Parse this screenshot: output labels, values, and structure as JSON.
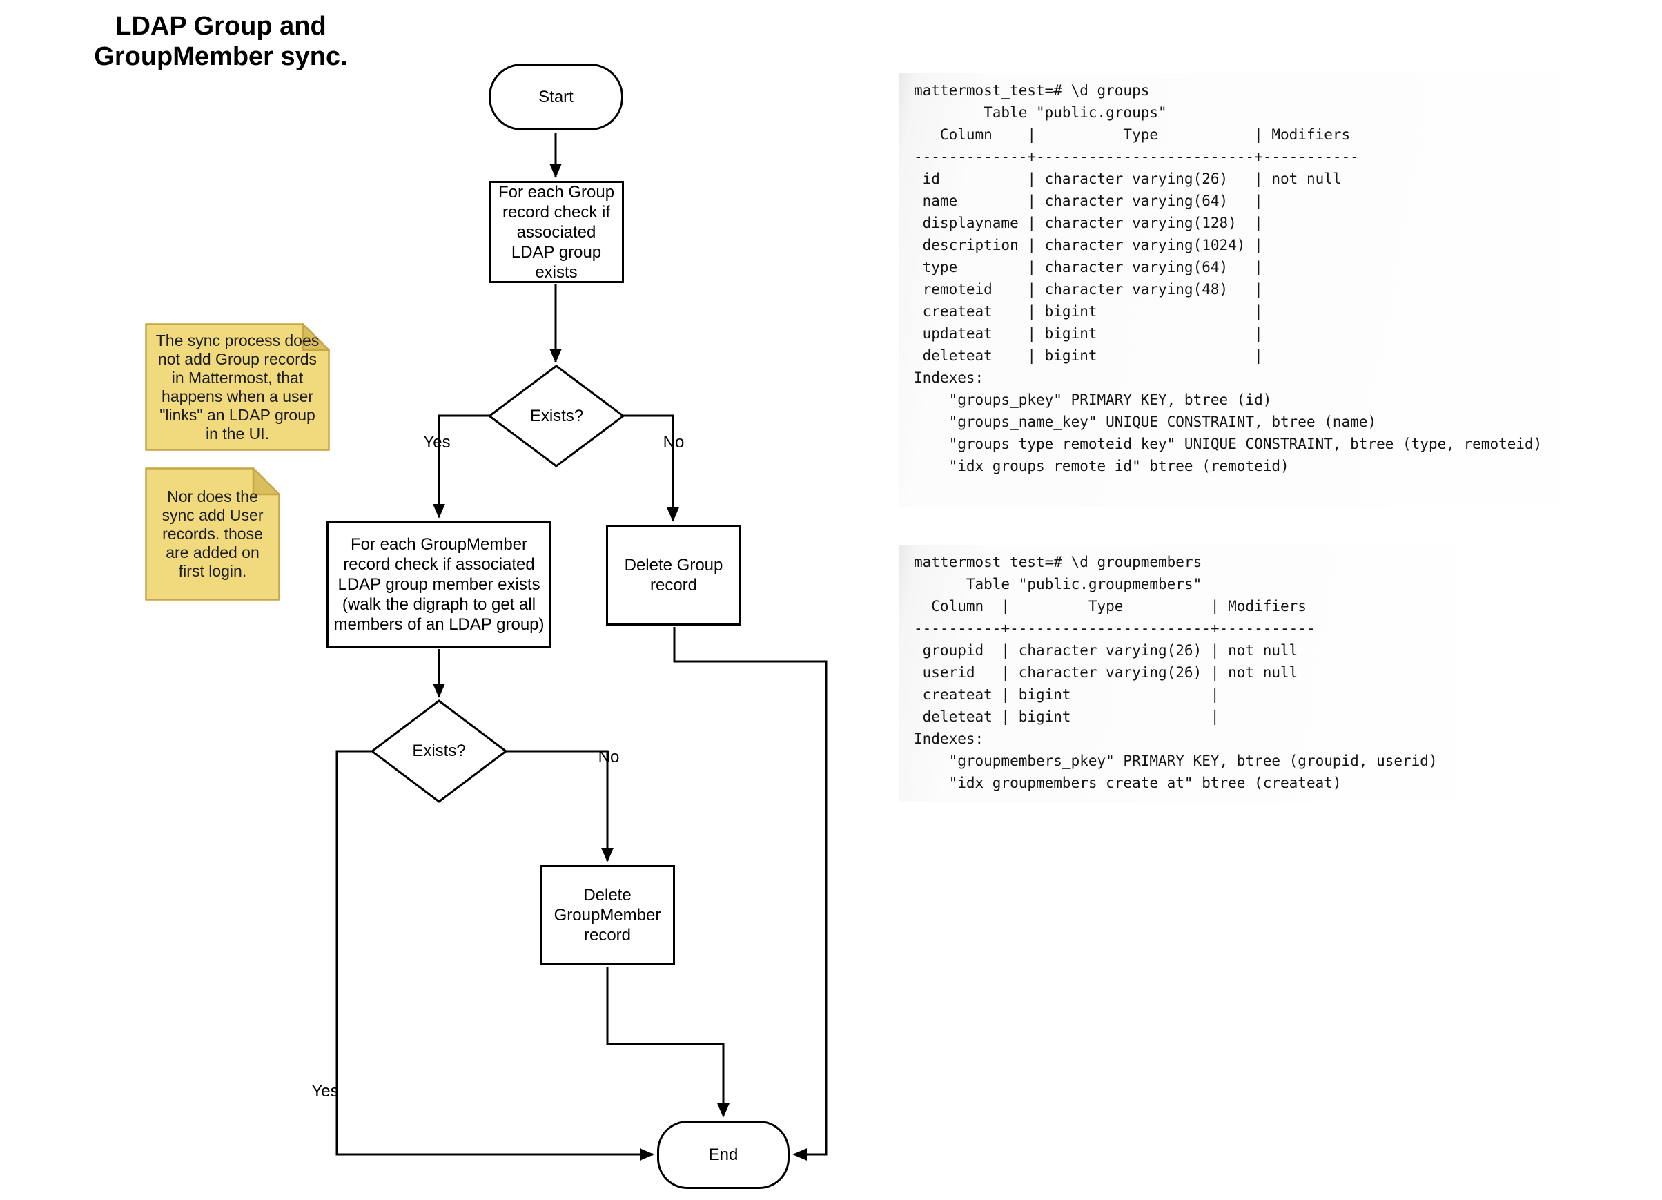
{
  "title": "LDAP Group and\nGroupMember sync.",
  "flowchart": {
    "nodes": {
      "start": "Start",
      "check_group": "For each Group record check if associated LDAP group exists",
      "exists_1": "Exists?",
      "check_group_member": "For each GroupMember record check if associated LDAP group member exists (walk the digraph to get all members of an LDAP group)",
      "delete_group": "Delete Group record",
      "exists_2": "Exists?",
      "delete_group_member": "Delete GroupMember record",
      "end": "End"
    },
    "edge_labels": {
      "yes_1": "Yes",
      "no_1": "No",
      "yes_2": "Yes",
      "no_2": "No"
    },
    "line_color": "#000000",
    "node_fill": "#ffffff"
  },
  "notes": [
    {
      "text": "The sync process does not add Group records in Mattermost, that happens when a user \"links\" an LDAP group in the UI.",
      "fill": "#f0da7d",
      "fold": "#d9be5d",
      "border": "#c7a647"
    },
    {
      "text": "Nor does the sync add User records. those are added on first login.",
      "fill": "#f0da7d",
      "fold": "#d9be5d",
      "border": "#c7a647"
    }
  ],
  "terminals": [
    {
      "lines": [
        "mattermost_test=# \\d groups",
        "        Table \"public.groups\"",
        "   Column    |          Type           | Modifiers",
        "-------------+-------------------------+-----------",
        " id          | character varying(26)   | not null",
        " name        | character varying(64)   |",
        " displayname | character varying(128)  |",
        " description | character varying(1024) |",
        " type        | character varying(64)   |",
        " remoteid    | character varying(48)   |",
        " createat    | bigint                  |",
        " updateat    | bigint                  |",
        " deleteat    | bigint                  |",
        "Indexes:",
        "    \"groups_pkey\" PRIMARY KEY, btree (id)",
        "    \"groups_name_key\" UNIQUE CONSTRAINT, btree (name)",
        "    \"groups_type_remoteid_key\" UNIQUE CONSTRAINT, btree (type, remoteid)",
        "    \"idx_groups_remote_id\" btree (remoteid)",
        "                  _"
      ]
    },
    {
      "lines": [
        "mattermost_test=# \\d groupmembers",
        "      Table \"public.groupmembers\"",
        "  Column  |         Type          | Modifiers",
        "----------+-----------------------+-----------",
        " groupid  | character varying(26) | not null",
        " userid   | character varying(26) | not null",
        " createat | bigint                |",
        " deleteat | bigint                |",
        "Indexes:",
        "    \"groupmembers_pkey\" PRIMARY KEY, btree (groupid, userid)",
        "    \"idx_groupmembers_create_at\" btree (createat)"
      ]
    }
  ]
}
